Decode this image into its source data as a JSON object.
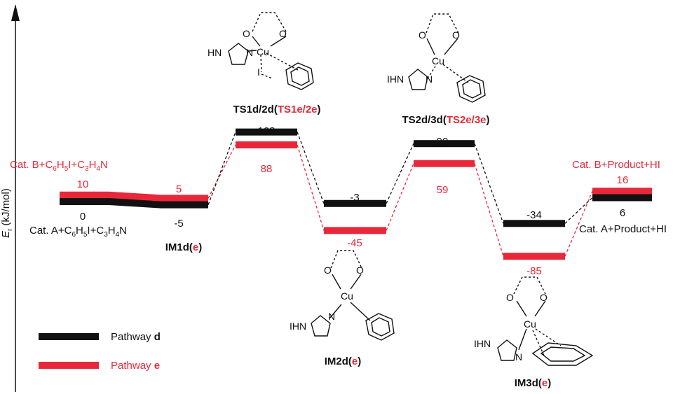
{
  "axis": {
    "ylabel_main": "E",
    "ylabel_sub": "r",
    "ylabel_unit": " (kJ/mol)"
  },
  "colors": {
    "pathway_d": "#111111",
    "pathway_e": "#e8283a"
  },
  "pathways": {
    "d": {
      "legend_text": "Pathway ",
      "legend_letter": "d",
      "levels": [
        {
          "id": "start",
          "value": 0,
          "label": "0"
        },
        {
          "id": "IM1",
          "value": -5,
          "label": "-5"
        },
        {
          "id": "TS1",
          "value": 108,
          "label": "108"
        },
        {
          "id": "IM2",
          "value": -3,
          "label": "-3"
        },
        {
          "id": "TS2",
          "value": 90,
          "label": "90"
        },
        {
          "id": "IM3",
          "value": -34,
          "label": "-34"
        },
        {
          "id": "end",
          "value": 6,
          "label": "6"
        }
      ]
    },
    "e": {
      "legend_text": "Pathway ",
      "legend_letter": "e",
      "levels": [
        {
          "id": "start",
          "value": 10,
          "label": "10"
        },
        {
          "id": "IM1",
          "value": 5,
          "label": "5"
        },
        {
          "id": "TS1",
          "value": 88,
          "label": "88"
        },
        {
          "id": "IM2",
          "value": -45,
          "label": "-45"
        },
        {
          "id": "TS2",
          "value": 59,
          "label": "59"
        },
        {
          "id": "IM3",
          "value": -85,
          "label": "-85"
        },
        {
          "id": "end",
          "value": 16,
          "label": "16"
        }
      ]
    }
  },
  "species": {
    "start_d": {
      "pre": "Cat. A+C",
      "s1": "6",
      "m1": "H",
      "s2": "5",
      "m2": "I+C",
      "s3": "3",
      "m3": "H",
      "s4": "4",
      "post": "N"
    },
    "start_e": {
      "pre": "Cat. B+C",
      "s1": "6",
      "m1": "H",
      "s2": "5",
      "m2": "I+C",
      "s3": "3",
      "m3": "H",
      "s4": "4",
      "post": "N"
    },
    "end_d": "Cat. A+Product+HI",
    "end_e": "Cat. B+Product+HI"
  },
  "names": {
    "IM1": {
      "main": "IM1d(",
      "alt": "e",
      "close": ")"
    },
    "TS1": {
      "main": "TS1d/2d(",
      "alt": "TS1e/2e",
      "close": ")"
    },
    "IM2": {
      "main": "IM2d(",
      "alt": "e",
      "close": ")"
    },
    "TS2": {
      "main": "TS2d/3d(",
      "alt": "TS2e/3e",
      "close": ")"
    },
    "IM3": {
      "main": "IM3d(",
      "alt": "e",
      "close": ")"
    }
  },
  "chem": {
    "metal": "Cu",
    "ligand_hn": "HN",
    "ligand_ihn": "IHN",
    "n": "N",
    "o": "O",
    "iodine": "I"
  }
}
